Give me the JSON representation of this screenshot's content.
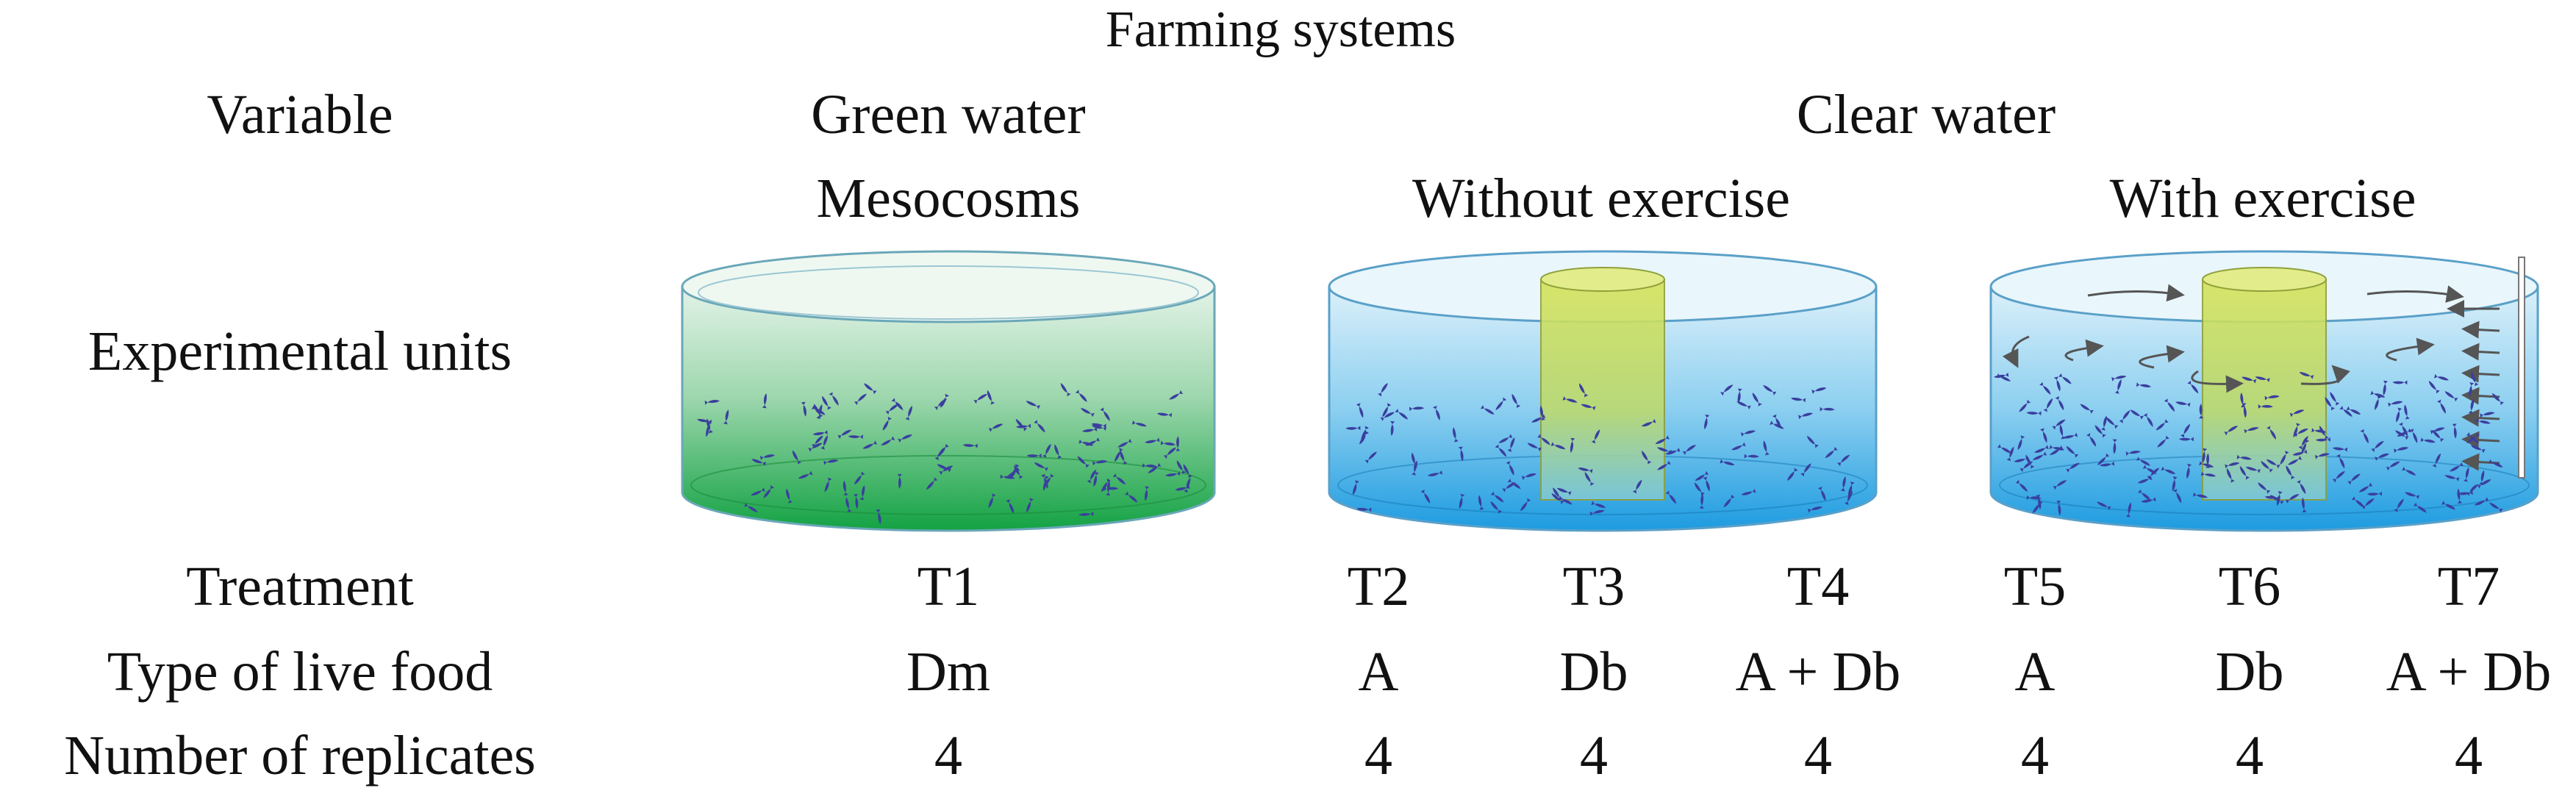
{
  "title": "Farming systems",
  "row_headers": {
    "variable": "Variable",
    "experimental_units": "Experimental units",
    "treatment": "Treatment",
    "type_of_live_food": "Type of live food",
    "number_of_replicates": "Number of replicates"
  },
  "systems": {
    "green_water": "Green water",
    "clear_water": "Clear water"
  },
  "subsystems": {
    "mesocosms": "Mesocosms",
    "without_exercise": "Without exercise",
    "with_exercise": "With exercise"
  },
  "treatments": [
    {
      "id": "T1",
      "food": "Dm",
      "replicates": "4"
    },
    {
      "id": "T2",
      "food": "A",
      "replicates": "4"
    },
    {
      "id": "T3",
      "food": "Db",
      "replicates": "4"
    },
    {
      "id": "T4",
      "food": "A + Db",
      "replicates": "4"
    },
    {
      "id": "T5",
      "food": "A",
      "replicates": "4"
    },
    {
      "id": "T6",
      "food": "Db",
      "replicates": "4"
    },
    {
      "id": "T7",
      "food": "A + Db",
      "replicates": "4"
    }
  ],
  "colors": {
    "green_top": "#d9efe0",
    "green_bottom": "#1aa64a",
    "blue_top": "#d8eef9",
    "blue_bottom": "#1e9be0",
    "cylinder": "#cfe05a",
    "fish": "#3a3f9e",
    "arrow": "#555555"
  }
}
